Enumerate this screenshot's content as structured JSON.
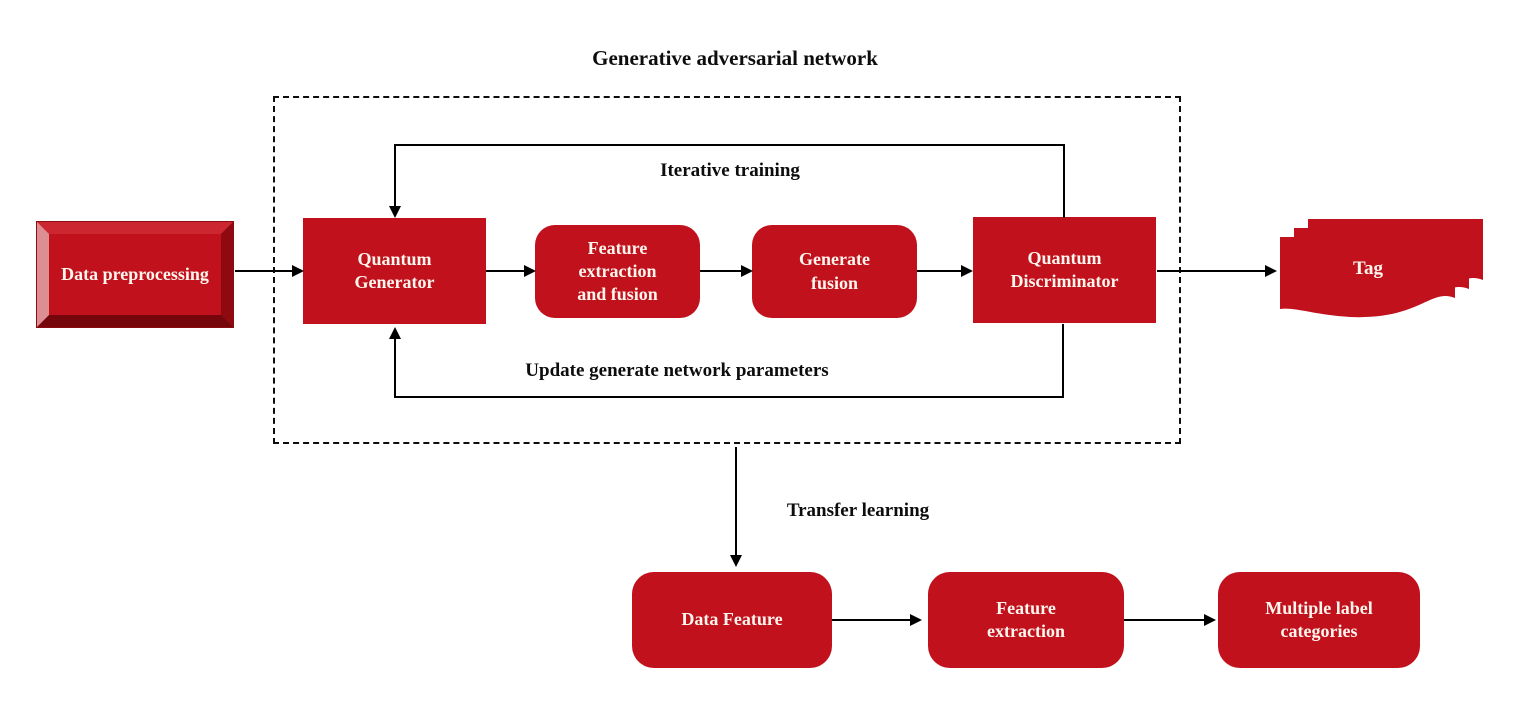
{
  "diagram": {
    "title": "Generative adversarial network",
    "colors": {
      "node_fill": "#c0111d",
      "line": "#000000",
      "node_text": "#fff6ee"
    },
    "nodes": {
      "data_preprocessing": "Data preprocessing",
      "quantum_generator": "Quantum Generator",
      "feature_extraction_fusion": "Feature extraction and fusion",
      "generate_fusion": "Generate fusion",
      "quantum_discriminator": "Quantum Discriminator",
      "tag": "Tag",
      "data_feature": "Data Feature",
      "feature_extraction": "Feature extraction",
      "multiple_label_categories": "Multiple label categories"
    },
    "labels": {
      "iterative_training": "Iterative training",
      "update_parameters": "Update generate network parameters",
      "transfer_learning": "Transfer learning"
    }
  }
}
